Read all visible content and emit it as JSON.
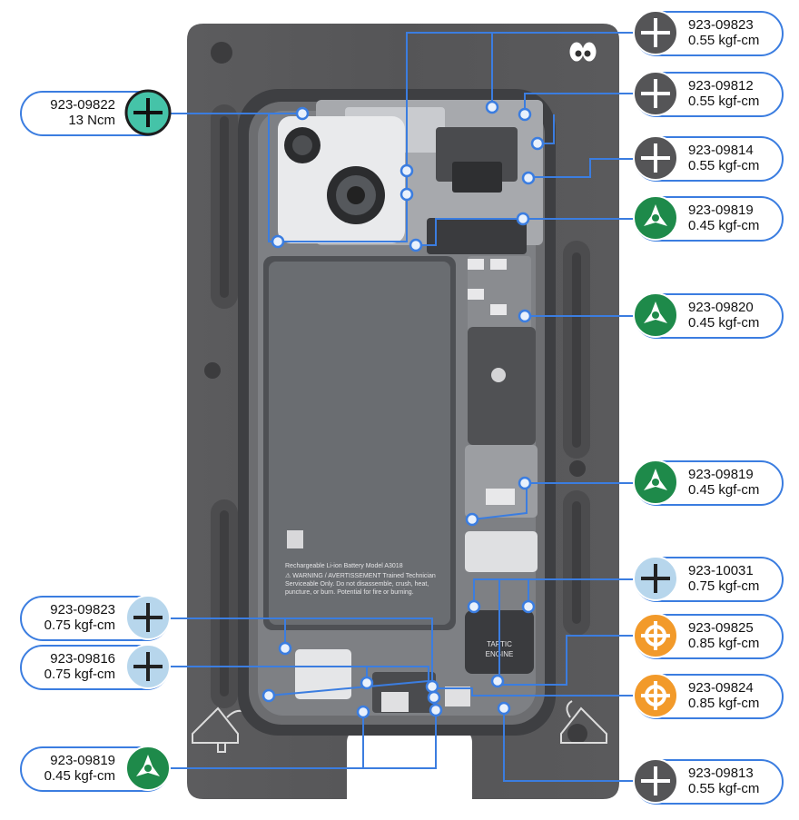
{
  "colors": {
    "tray": "#58585a",
    "tray_dark": "#4a4a4c",
    "phone_frame": "#6a6a6c",
    "board": "#d8dadc",
    "battery": "#6b6e72",
    "callout_line": "#3b7de0",
    "phillips_dark": "#555557",
    "phillips_teal": "#45c3a8",
    "phillips_light": "#b7d6ec",
    "triwing_green": "#1e8a4a",
    "torx_orange": "#f29a2a"
  },
  "battery": {
    "line1": "Rechargeable Li-ion Battery Model A3018",
    "line2": "⚠ WARNING / AVERTISSEMENT Trained Technician",
    "line3": "Serviceable Only. Do not disassemble, crush, heat,",
    "line4": "puncture, or burn. Potential for fire or burning."
  },
  "taptic": {
    "line1": "TAPTIC",
    "line2": "ENGINE"
  },
  "callouts": [
    {
      "id": "c1",
      "side": "left",
      "part": "923-09822",
      "torque": "13 Ncm",
      "icon": "phillips-teal-icon"
    },
    {
      "id": "c2",
      "side": "right",
      "part": "923-09823",
      "torque": "0.55 kgf-cm",
      "icon": "phillips-dark-icon"
    },
    {
      "id": "c3",
      "side": "right",
      "part": "923-09812",
      "torque": "0.55 kgf-cm",
      "icon": "phillips-dark-icon"
    },
    {
      "id": "c4",
      "side": "right",
      "part": "923-09814",
      "torque": "0.55 kgf-cm",
      "icon": "phillips-dark-icon"
    },
    {
      "id": "c5",
      "side": "right",
      "part": "923-09819",
      "torque": "0.45 kgf-cm",
      "icon": "tri-wing-icon"
    },
    {
      "id": "c6",
      "side": "right",
      "part": "923-09820",
      "torque": "0.45 kgf-cm",
      "icon": "tri-wing-icon"
    },
    {
      "id": "c7",
      "side": "right",
      "part": "923-09819",
      "torque": "0.45 kgf-cm",
      "icon": "tri-wing-icon"
    },
    {
      "id": "c8",
      "side": "right",
      "part": "923-10031",
      "torque": "0.75 kgf-cm",
      "icon": "phillips-light-icon"
    },
    {
      "id": "c9",
      "side": "right",
      "part": "923-09825",
      "torque": "0.85 kgf-cm",
      "icon": "torx-orange-icon"
    },
    {
      "id": "c10",
      "side": "right",
      "part": "923-09824",
      "torque": "0.85 kgf-cm",
      "icon": "torx-orange-icon"
    },
    {
      "id": "c11",
      "side": "right",
      "part": "923-09813",
      "torque": "0.55 kgf-cm",
      "icon": "phillips-dark-icon"
    },
    {
      "id": "c12",
      "side": "left",
      "part": "923-09823",
      "torque": "0.75 kgf-cm",
      "icon": "phillips-light-icon"
    },
    {
      "id": "c13",
      "side": "left",
      "part": "923-09816",
      "torque": "0.75 kgf-cm",
      "icon": "phillips-light-icon"
    },
    {
      "id": "c14",
      "side": "left",
      "part": "923-09819",
      "torque": "0.45 kgf-cm",
      "icon": "tri-wing-icon"
    }
  ]
}
